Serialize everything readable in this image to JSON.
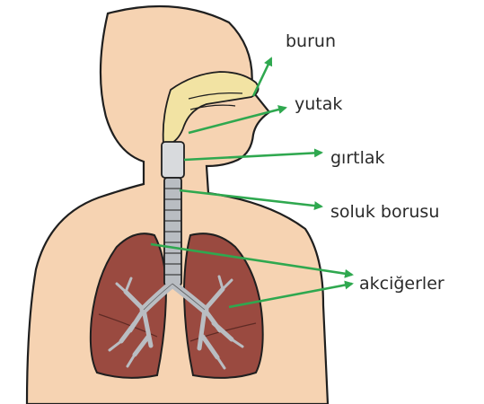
{
  "labels": {
    "burun": "burun",
    "yutak": "yutak",
    "girtlak": "gırtlak",
    "soluk_borusu": "soluk borusu",
    "akcigerler": "akciğerler"
  },
  "colors": {
    "skin": "#f6d3b2",
    "outline": "#1f1f1f",
    "nasal": "#f2e3a3",
    "lung": "#9a4a40",
    "trachea": "#b9bdc2",
    "arrow": "#2fa84f"
  }
}
